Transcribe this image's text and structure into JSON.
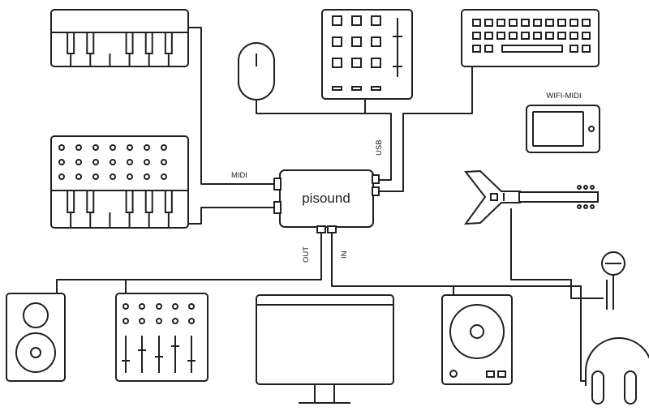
{
  "hub": {
    "label": "pisound"
  },
  "ports": {
    "midi": "MIDI",
    "usb": "USB",
    "out": "OUT",
    "in": "IN"
  },
  "devices": {
    "wifi_midi": "WIFI-MIDI"
  },
  "colors": {
    "stroke": "#231f20",
    "background": "#ffffff"
  }
}
